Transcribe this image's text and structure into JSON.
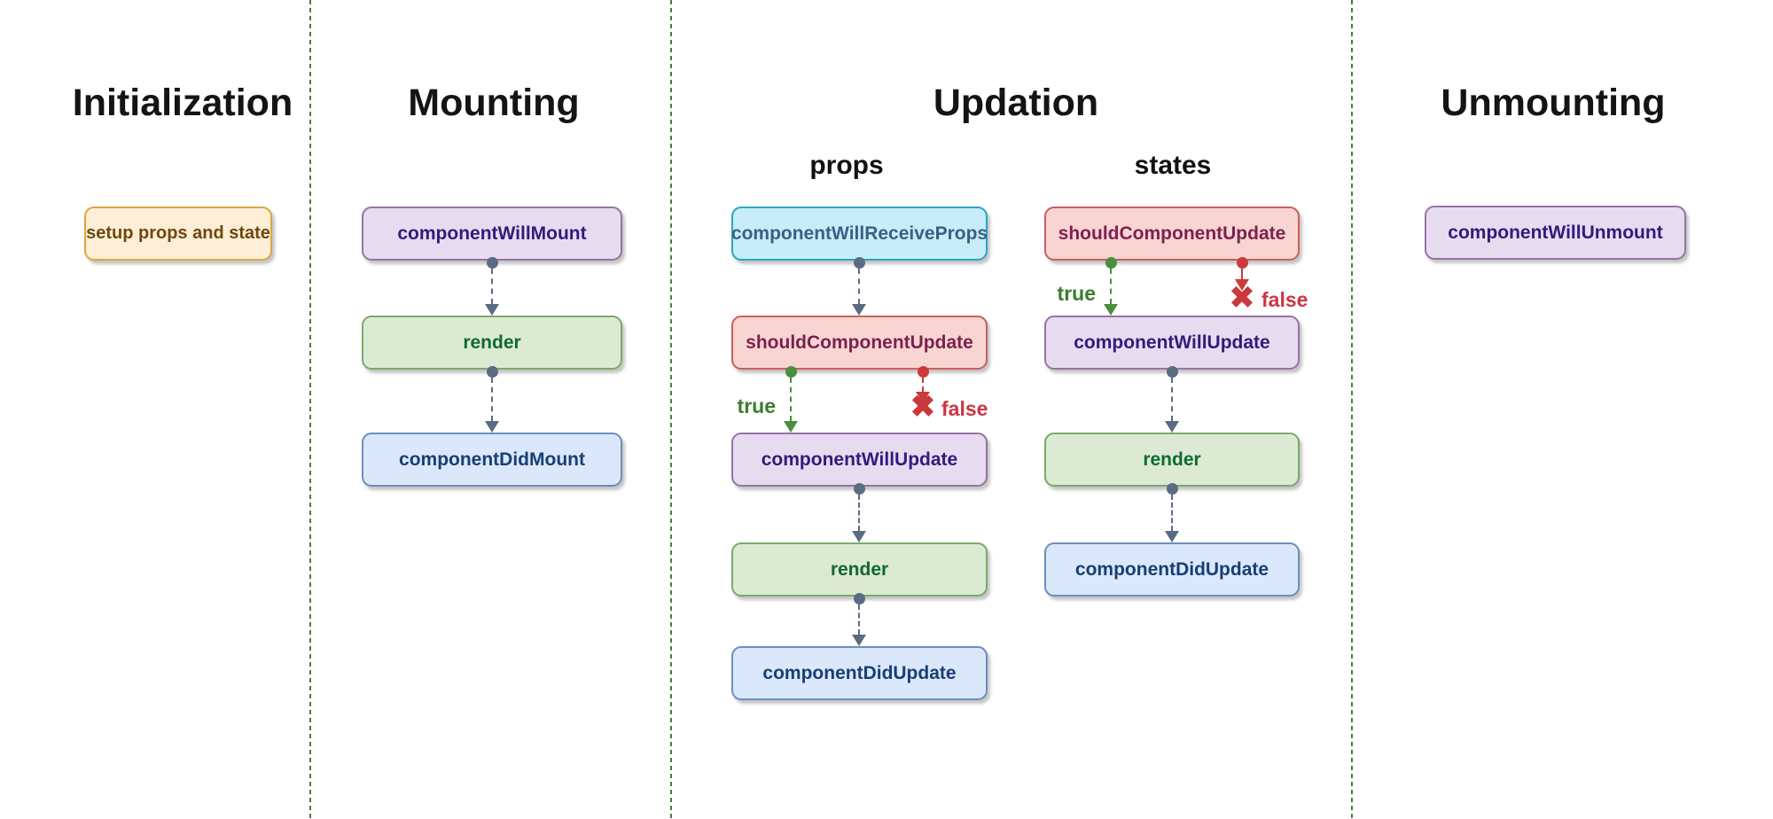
{
  "sections": {
    "initialization": {
      "title": "Initialization",
      "node": {
        "label": "setup props and state",
        "type": "orange"
      }
    },
    "mounting": {
      "title": "Mounting",
      "nodes": [
        {
          "label": "componentWillMount",
          "type": "purple"
        },
        {
          "label": "render",
          "type": "green"
        },
        {
          "label": "componentDidMount",
          "type": "blue"
        }
      ]
    },
    "updation": {
      "title": "Updation",
      "props_column": {
        "label": "props",
        "nodes": [
          {
            "label": "componentWillReceiveProps",
            "type": "cyan"
          },
          {
            "label": "shouldComponentUpdate",
            "type": "red"
          },
          {
            "label": "componentWillUpdate",
            "type": "purple"
          },
          {
            "label": "render",
            "type": "green"
          },
          {
            "label": "componentDidUpdate",
            "type": "blue"
          }
        ],
        "true_label": "true",
        "false_label": "false"
      },
      "states_column": {
        "label": "states",
        "nodes": [
          {
            "label": "shouldComponentUpdate",
            "type": "red"
          },
          {
            "label": "componentWillUpdate",
            "type": "purple"
          },
          {
            "label": "render",
            "type": "green"
          },
          {
            "label": "componentDidUpdate",
            "type": "blue"
          }
        ],
        "true_label": "true",
        "false_label": "false"
      }
    },
    "unmounting": {
      "title": "Unmounting",
      "node": {
        "label": "componentWillUnmount",
        "type": "purple"
      }
    }
  },
  "icons": {
    "false_x": "✖"
  },
  "colors": {
    "node_orange_fill": "#ffeed7",
    "node_orange_border": "#dca73f",
    "node_orange_text": "#6f480e",
    "node_purple_fill": "#e7dcef",
    "node_purple_border": "#9673a6",
    "node_purple_text": "#34197d",
    "node_green_fill": "#dcead3",
    "node_green_border": "#7ca96b",
    "node_green_text": "#0f6a2e",
    "node_blue_fill": "#dbe8fb",
    "node_blue_border": "#6c8ebf",
    "node_blue_text": "#173f73",
    "node_cyan_fill": "#c8edf8",
    "node_cyan_border": "#28a7c3",
    "node_cyan_text": "#3b5f83",
    "node_red_fill": "#f8d5d2",
    "node_red_border": "#cb5f5b",
    "node_red_text": "#7c2150",
    "arrow_gray": "#5a6b82",
    "arrow_true_green": "#4a8f3c",
    "arrow_false_red": "#cc3a3a",
    "true_text": "#3a7d2c",
    "false_text": "#cc3544",
    "divider_green": "#4d7e3c"
  }
}
